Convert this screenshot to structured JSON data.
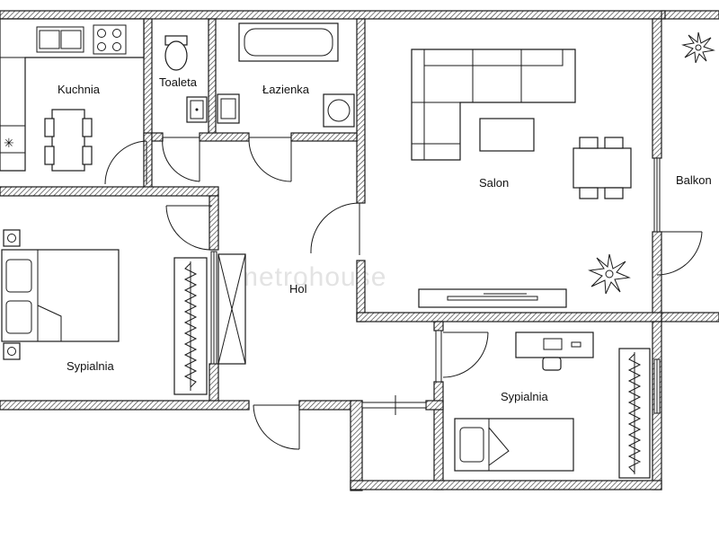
{
  "rooms": {
    "kitchen": "Kuchnia",
    "toilet": "Toaleta",
    "bathroom": "Łazienka",
    "living_room": "Salon",
    "balcony": "Balkon",
    "hall": "Hol",
    "bedroom_1": "Sypialnia",
    "bedroom_2": "Sypialnia"
  },
  "watermark": "metrohouse",
  "colors": {
    "wall": "#1a1a1a",
    "background": "#ffffff",
    "watermark": "#e3e3e3"
  }
}
